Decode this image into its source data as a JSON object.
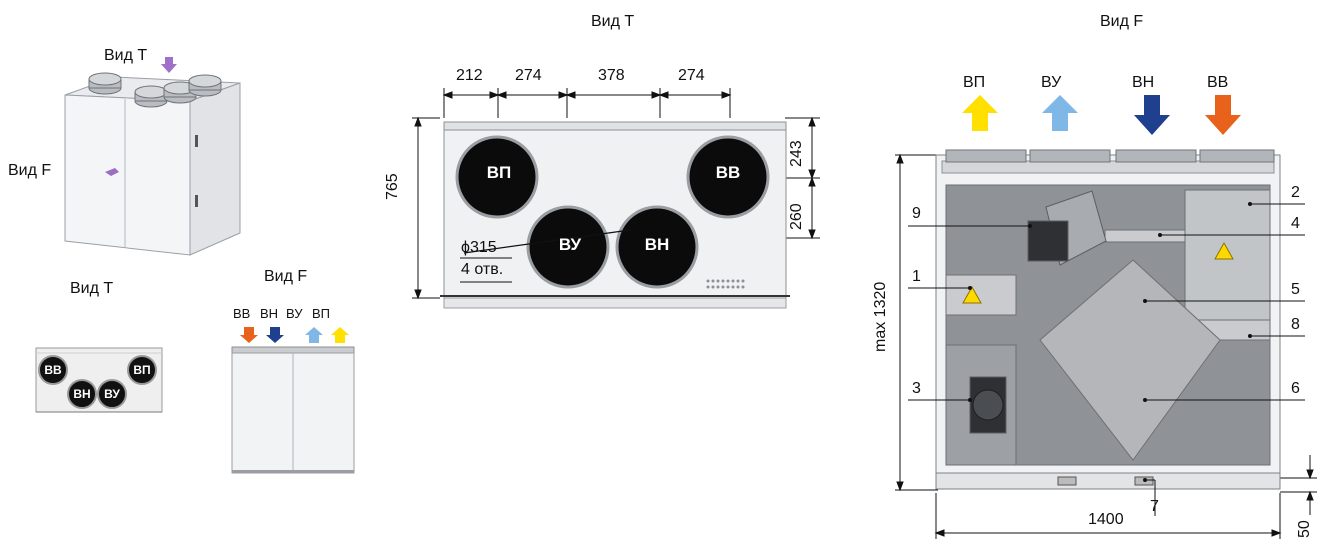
{
  "titles": {
    "view_t_top": "Вид T",
    "view_f_top": "Вид F",
    "iso_view_t": "Вид T",
    "iso_view_f": "Вид F",
    "small_view_t": "Вид T",
    "small_view_f": "Вид F"
  },
  "ports": {
    "vp": "ВП",
    "vu": "ВУ",
    "vn": "ВН",
    "vv": "ВВ"
  },
  "small_f_arrow_labels": [
    "ВВ",
    "ВН",
    "ВУ",
    "ВП"
  ],
  "front_arrow_labels": [
    "ВП",
    "ВУ",
    "ВН",
    "ВВ"
  ],
  "arrow_colors": {
    "vp": "#ffe000",
    "vu": "#7fb8e6",
    "vn": "#1f3f8f",
    "vv": "#e8621c"
  },
  "top_dims": {
    "d1": "212",
    "d2": "274",
    "d3": "378",
    "d4": "274",
    "height": "765",
    "right1": "243",
    "right2": "260",
    "diameter": "ϕ315",
    "holes": "4 отв."
  },
  "front_dims": {
    "height": "max 1320",
    "width": "1400",
    "foot": "50"
  },
  "callouts": {
    "c1": "1",
    "c2": "2",
    "c3": "3",
    "c4": "4",
    "c5": "5",
    "c6": "6",
    "c7": "7",
    "c8": "8",
    "c9": "9"
  },
  "icons": [
    "warning-icon",
    "arrow-down-icon",
    "arrow-up-icon",
    "fan-icon"
  ]
}
